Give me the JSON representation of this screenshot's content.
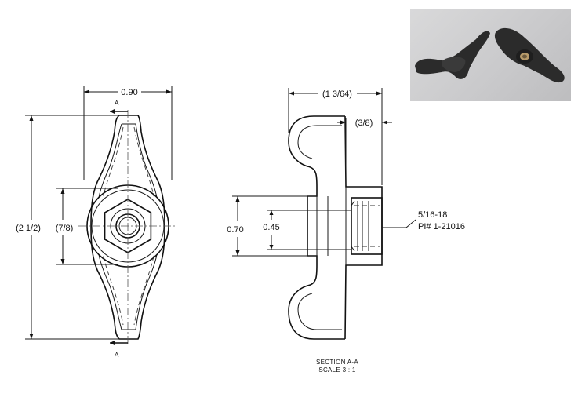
{
  "front_view": {
    "width_dim": "0.90",
    "height_dim": "(2 1/2)",
    "hub_dim": "(7/8)",
    "section_marker_top": "A",
    "section_marker_bottom": "A"
  },
  "section_view": {
    "width_dim": "(1 3/64)",
    "boss_dim": "(3/8)",
    "hub_dim": "0.70",
    "bore_dim": "0.45",
    "thread_note": "5/16-18",
    "part_number": "PI# 1-21016",
    "caption_line1": "SECTION  A-A",
    "caption_line2": "SCALE 3 : 1"
  },
  "colors": {
    "line": "#1a1a1a",
    "photo_part": "#2b2b2b"
  }
}
